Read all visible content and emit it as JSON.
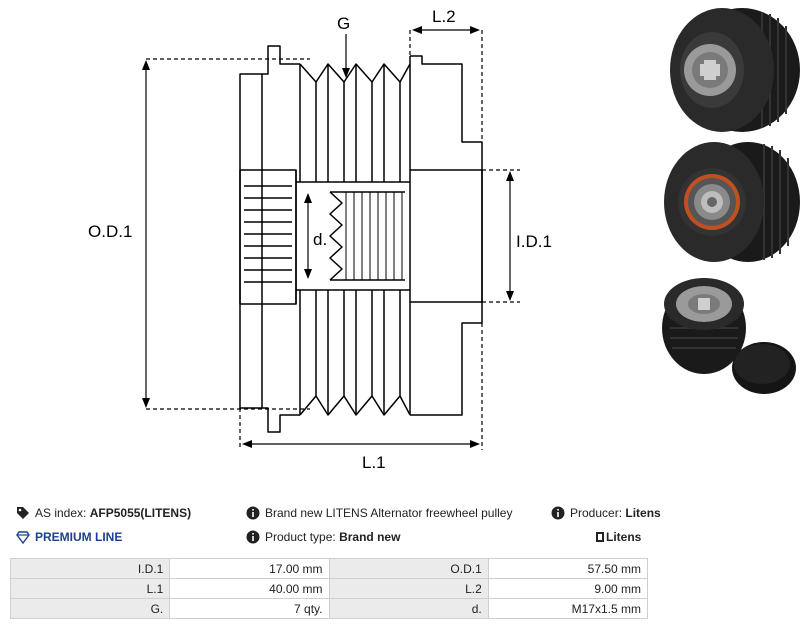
{
  "drawing": {
    "labels": {
      "g": "G",
      "l2": "L.2",
      "od1": "O.D.1",
      "d": "d.",
      "id1": "I.D.1",
      "l1": "L.1"
    }
  },
  "info": {
    "as_index_label": "AS index:",
    "as_index_value": "AFP5055(LITENS)",
    "description": "Brand new LITENS Alternator freewheel pulley",
    "producer_label": "Producer:",
    "producer_value": "Litens",
    "premium_line": "PREMIUM LINE",
    "product_type_label": "Product type:",
    "product_type_value": "Brand new",
    "brand_logo": "Litens"
  },
  "specs": [
    {
      "label1": "I.D.1",
      "value1": "17.00 mm",
      "label2": "O.D.1",
      "value2": "57.50 mm"
    },
    {
      "label1": "L.1",
      "value1": "40.00 mm",
      "label2": "L.2",
      "value2": "9.00 mm"
    },
    {
      "label1": "G.",
      "value1": "7 qty.",
      "label2": "d.",
      "value2": "M17x1.5 mm"
    }
  ],
  "colors": {
    "premium": "#1f3f8f",
    "cell_label_bg": "#ebebeb",
    "pulley_orange": "#c0501f"
  },
  "icons": [
    "tag-icon",
    "info-icon",
    "diamond-icon",
    "logo-icon"
  ]
}
